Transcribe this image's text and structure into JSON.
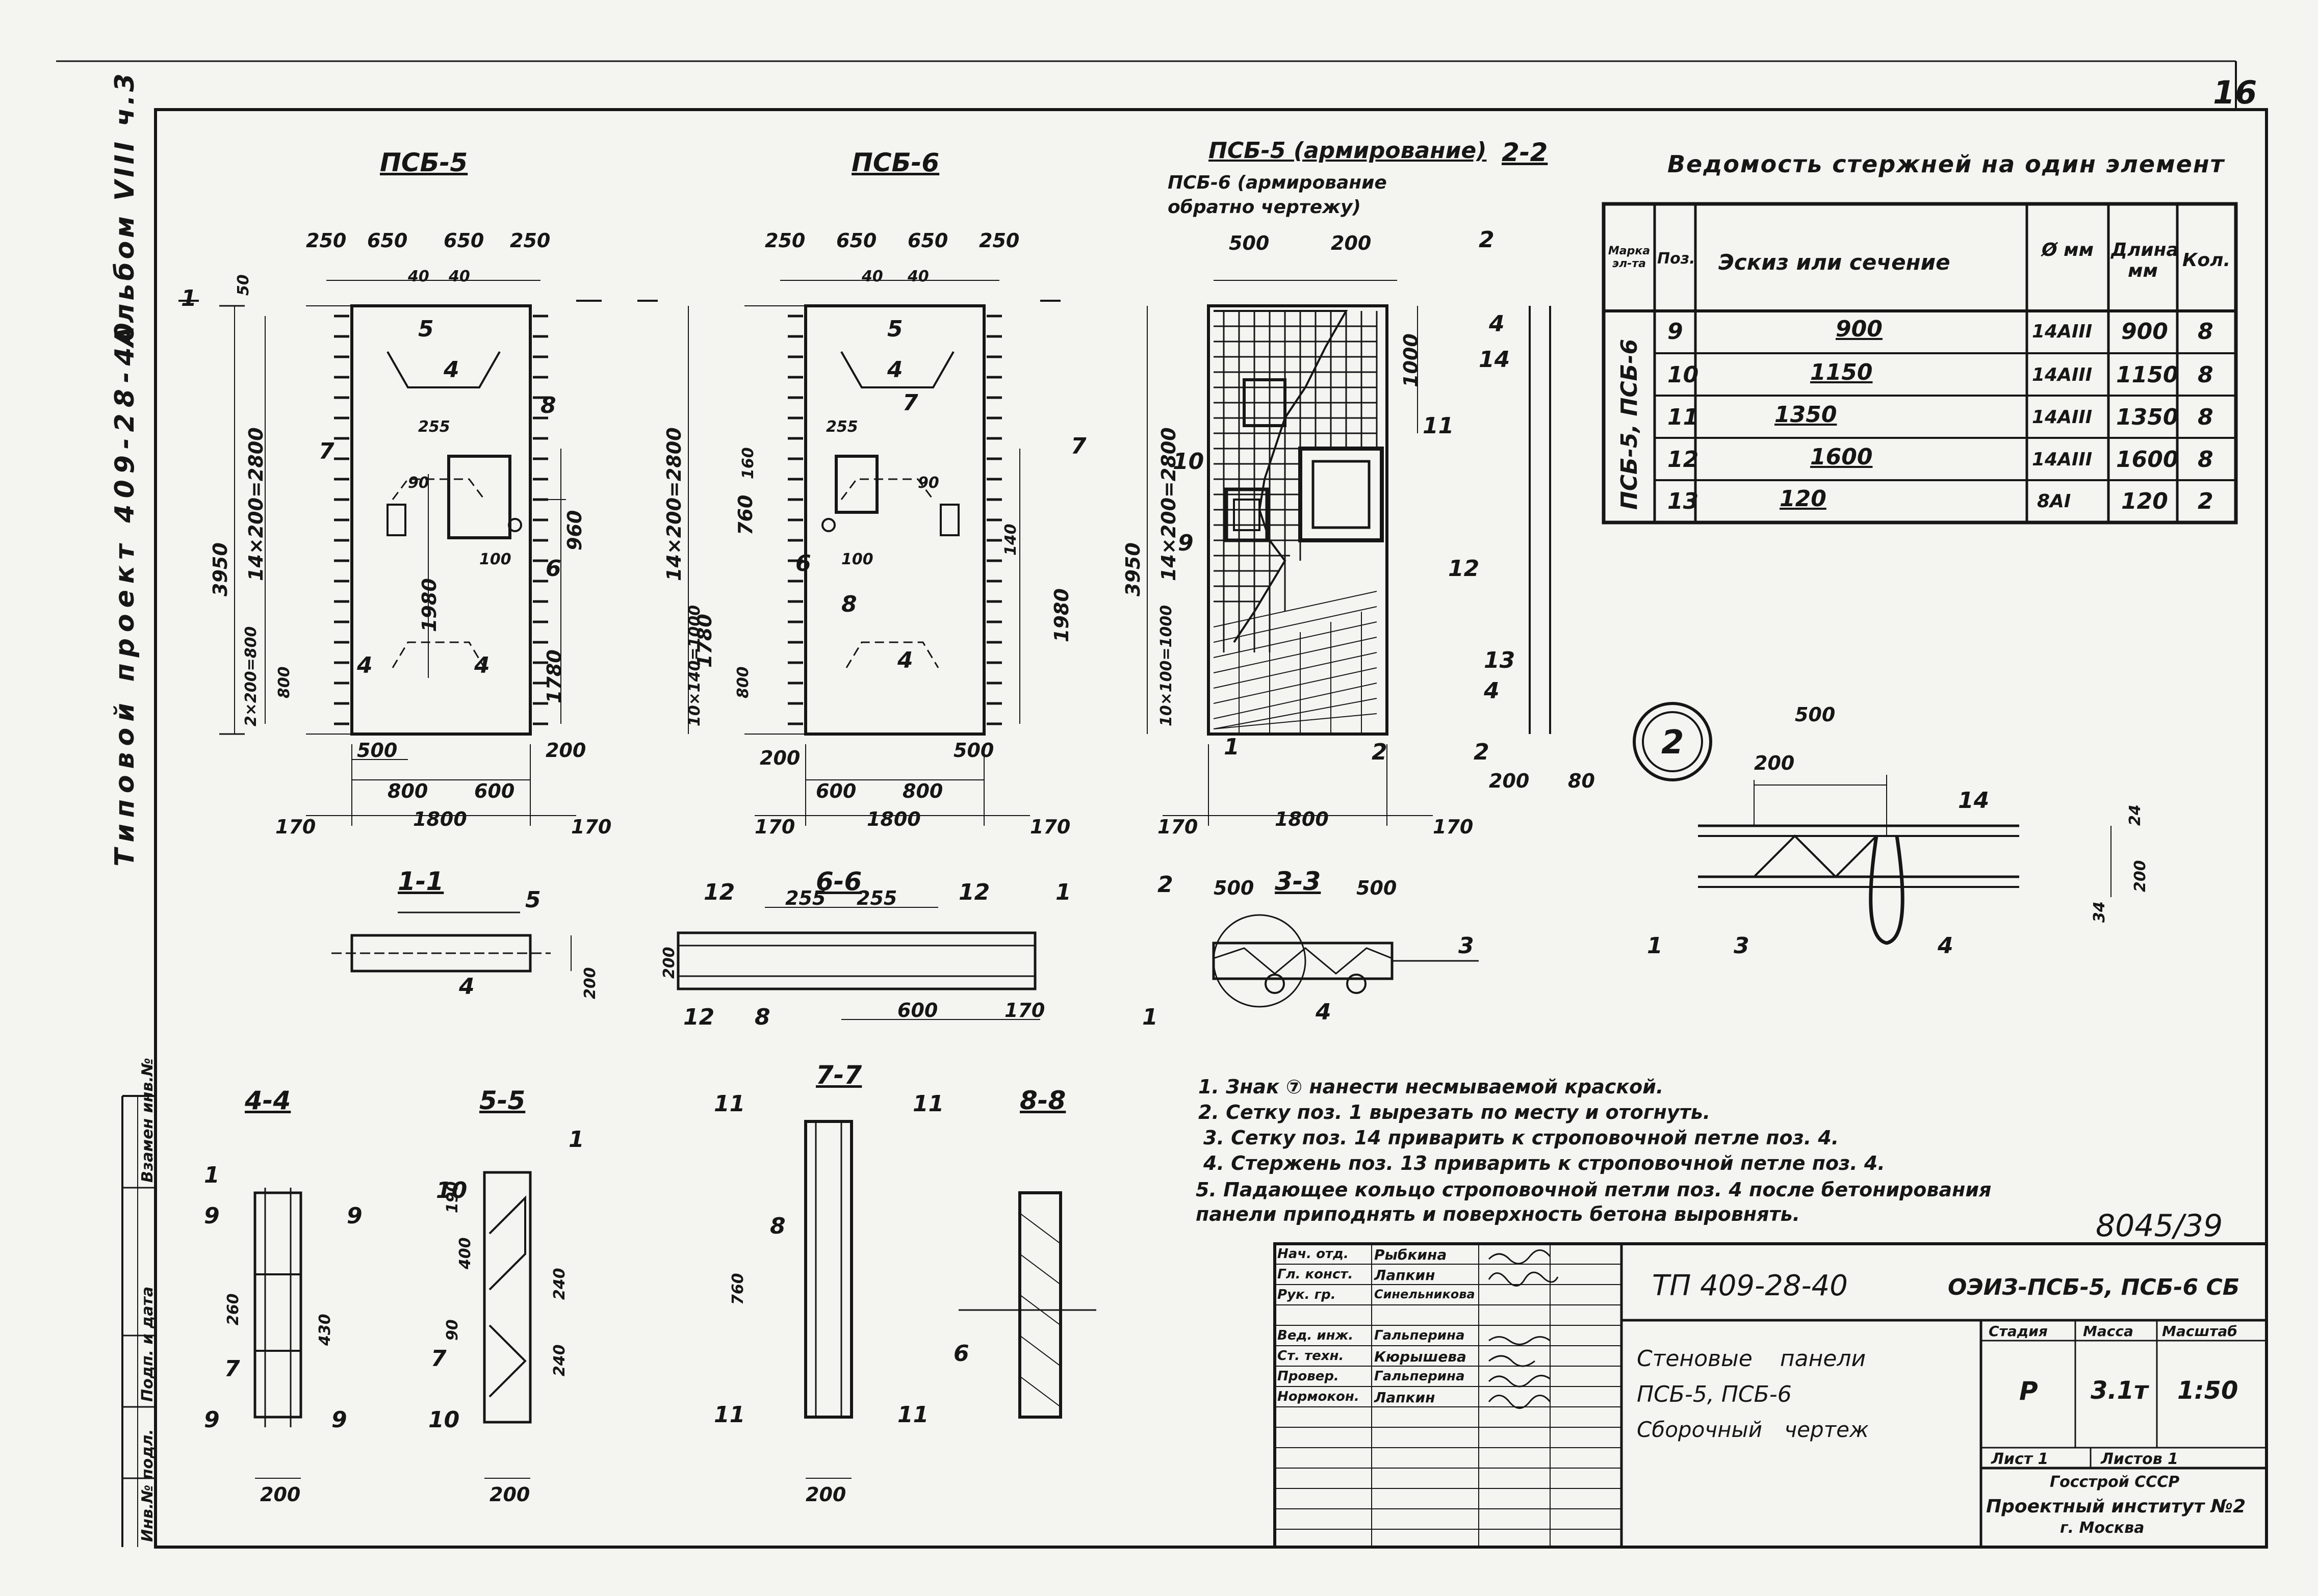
{
  "sheet_number": "16",
  "left_margin": {
    "title": "Типовой проект 409-28-40",
    "album": "Альбом VIII ч.3"
  },
  "stamp_side": {
    "inv": "Инв.№ подл.",
    "sign_date": "Подп. и дата",
    "replace": "Взамен инв.№"
  },
  "views": {
    "psb5": {
      "title": "ПСБ-5",
      "dims_top": [
        "250",
        "650",
        "650",
        "250"
      ],
      "dims_small": [
        "40",
        "40"
      ],
      "dims_bottom": [
        "500",
        "800",
        "600",
        "200"
      ],
      "width_total": "1800",
      "side": [
        "170",
        "170"
      ],
      "height": "3950",
      "grid": "14×200=2800",
      "low": "2×200=800",
      "d1780": "1780",
      "d1980": "1980",
      "d960": "960",
      "d800": "800",
      "d50": "50",
      "d100": "100",
      "d90": "90",
      "d255": "255",
      "pos": [
        "5",
        "4",
        "7",
        "8",
        "6",
        "1",
        "4",
        "4"
      ]
    },
    "psb6": {
      "title": "ПСБ-6",
      "dims_top": [
        "250",
        "650",
        "650",
        "250"
      ],
      "dims_small": [
        "40",
        "40"
      ],
      "dims_bottom": [
        "200",
        "600",
        "800",
        "500"
      ],
      "width_total": "1800",
      "side": [
        "170",
        "170"
      ],
      "grid": "14×200=2800",
      "low": "10×140=1000",
      "d760": "760",
      "d1980": "1980",
      "d1780": "1780",
      "d800": "800",
      "d90": "90",
      "d100": "100",
      "d140": "140",
      "d160": "160",
      "d255": "255",
      "pos": [
        "5",
        "4",
        "7",
        "6",
        "7",
        "4",
        "8"
      ]
    },
    "arm": {
      "title_1": "ПСБ-5 (армирование)",
      "title_2": "ПСБ-6 (армирование обратно чертежу)",
      "section_22": "2-2",
      "dims": [
        "500",
        "200",
        "1000",
        "1800",
        "170",
        "170",
        "200",
        "80"
      ],
      "height": "3950",
      "grid": "14×200=2800",
      "low": "10×100=1000",
      "pos": [
        "2",
        "4",
        "14",
        "11",
        "10",
        "9",
        "12",
        "13",
        "4",
        "1",
        "2",
        "2"
      ]
    }
  },
  "table": {
    "title": "Ведомость стержней на один элемент",
    "headers": [
      "Марка эл-та",
      "Поз.",
      "Эскиз или сечение",
      "Ø мм",
      "Длина мм",
      "Кол."
    ],
    "mark": "ПСБ-5, ПСБ-6",
    "rows": [
      {
        "pos": "9",
        "sketch": "900",
        "d": "14АIII",
        "len": "900",
        "qty": "8"
      },
      {
        "pos": "10",
        "sketch": "1150",
        "d": "14АIII",
        "len": "1150",
        "qty": "8"
      },
      {
        "pos": "11",
        "sketch": "1350",
        "d": "14АIII",
        "len": "1350",
        "qty": "8"
      },
      {
        "pos": "12",
        "sketch": "1600",
        "d": "14АIII",
        "len": "1600",
        "qty": "8"
      },
      {
        "pos": "13",
        "sketch": "120",
        "d": "8АI",
        "len": "120",
        "qty": "2"
      }
    ]
  },
  "detail2": {
    "label": "2",
    "dims": [
      "500",
      "200",
      "24",
      "200",
      "34"
    ],
    "pos": [
      "14",
      "1",
      "3",
      "4"
    ]
  },
  "sections": {
    "s11": {
      "title": "1-1",
      "pos": [
        "5",
        "4"
      ],
      "dim": "200"
    },
    "s66": {
      "title": "6-6",
      "dims": [
        "255",
        "255",
        "200",
        "600",
        "170"
      ],
      "pos": [
        "12",
        "12",
        "1",
        "12",
        "8"
      ]
    },
    "s33": {
      "title": "3-3",
      "dims": [
        "500",
        "500"
      ],
      "pos": [
        "2",
        "3",
        "1",
        "4"
      ]
    },
    "s44": {
      "title": "4-4",
      "dims": [
        "260",
        "430",
        "200"
      ],
      "pos": [
        "1",
        "9",
        "9",
        "7",
        "9",
        "9"
      ]
    },
    "s55": {
      "title": "5-5",
      "dims": [
        "190",
        "400",
        "240",
        "90",
        "240",
        "200"
      ],
      "pos": [
        "10",
        "1",
        "7",
        "10"
      ]
    },
    "s77": {
      "title": "7-7",
      "dims": [
        "760",
        "200"
      ],
      "pos": [
        "11",
        "11",
        "8",
        "11",
        "11"
      ]
    },
    "s88": {
      "title": "8-8",
      "pos": [
        "6"
      ]
    }
  },
  "notes": [
    "1. Знак ⑦ нанести несмываемой краской.",
    "2. Сетку поз. 1 вырезать по месту и отогнуть.",
    "3. Сетку поз. 14 приварить к строповочной петле поз. 4.",
    "4. Стержень поз. 13 приварить к строповочной петле поз. 4.",
    "5. Падающее кольцо строповочной петли поз. 4 после бетонирования панели приподнять и поверхность бетона выровнять."
  ],
  "archive_number": "8045/39",
  "title_block": {
    "roles": [
      "Нач. отд.",
      "Гл. конст.",
      "Рук. гр.",
      "Вед. инж.",
      "Ст. техн.",
      "Провер.",
      "Нормокон."
    ],
    "names": [
      "Рыбкина",
      "Лапкин",
      "Синельникова",
      "Гальперина",
      "Кюрышева",
      "Гальперина",
      "Лапкин"
    ],
    "project": "ТП 409-28-40",
    "code": "ОЭИЗ-ПСБ-5, ПСБ-6 СБ",
    "name_1": "Стеновые панели",
    "name_2": "ПСБ-5, ПСБ-6",
    "name_3": "Сборочный чертеж",
    "stage_label": "Стадия",
    "stage": "Р",
    "mass_label": "Масса",
    "mass": "3.1т",
    "scale_label": "Масштаб",
    "scale": "1:50",
    "sheet": "Лист 1",
    "sheets": "Листов 1",
    "org_1": "Госстрой СССР",
    "org_2": "Проектный институт №2",
    "org_3": "г. Москва"
  }
}
